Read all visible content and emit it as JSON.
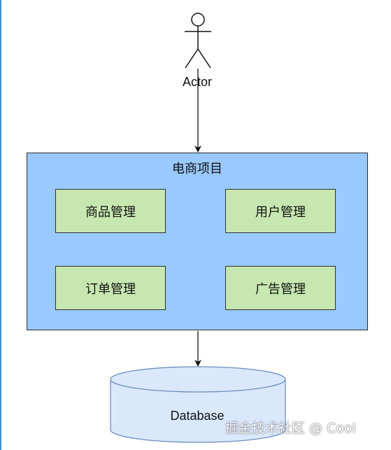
{
  "actor": {
    "label": "Actor"
  },
  "project": {
    "title": "电商项目",
    "modules": [
      {
        "label": "商品管理"
      },
      {
        "label": "用户管理"
      },
      {
        "label": "订单管理"
      },
      {
        "label": "广告管理"
      }
    ]
  },
  "database": {
    "label": "Database"
  },
  "watermark": {
    "text": "掘金技术社区 @ Cool"
  },
  "colors": {
    "project_fill": "#99c9ff",
    "module_fill": "#c7e7b0",
    "database_fill": "#dae8fc",
    "stroke": "#2f2f2f"
  }
}
